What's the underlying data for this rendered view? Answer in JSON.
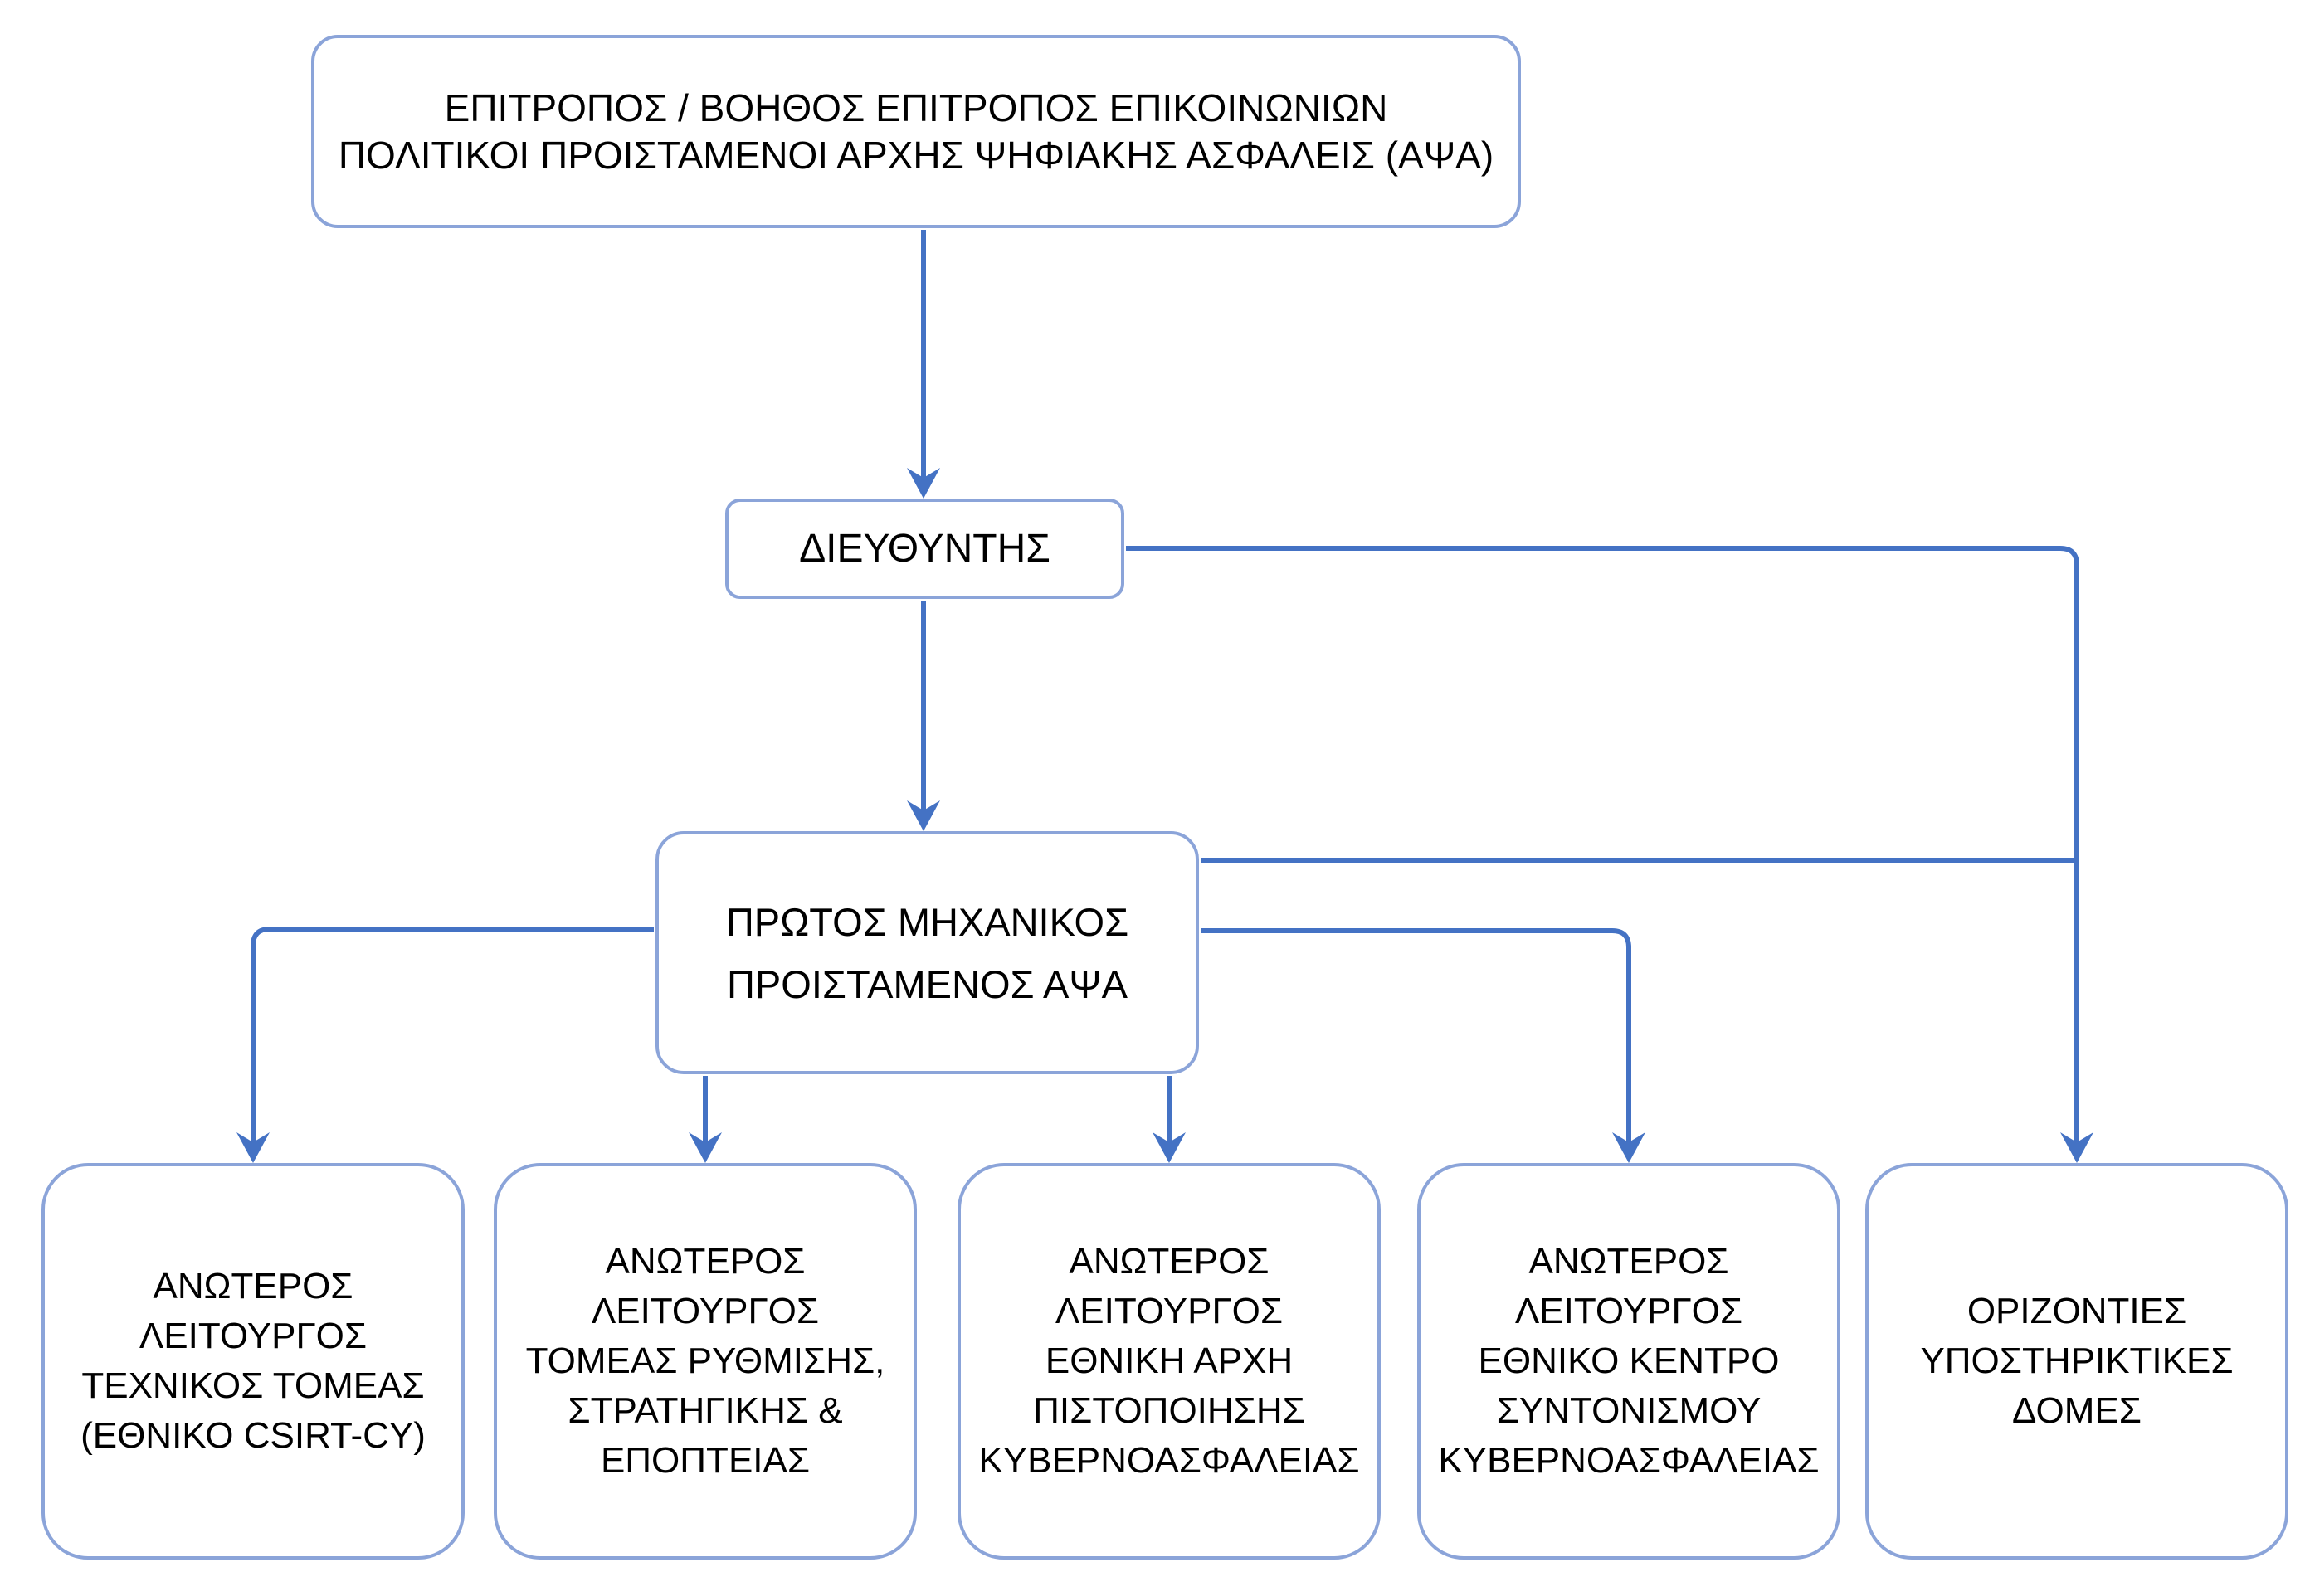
{
  "title": "Οργανόγραμμα Αρχής Ψηφιακής Ασφάλειας",
  "colors": {
    "box_border": "#8BA4D9",
    "connector": "#4472C4",
    "text": "#000000",
    "background": "#FFFFFF"
  },
  "nodes": {
    "commissioner": {
      "lines": [
        "ΕΠΙΤΡΟΠΟΣ / ΒΟΗΘΟΣ ΕΠΙΤΡΟΠΟΣ ΕΠΙΚΟΙΝΩΝΙΩΝ",
        "ΠΟΛΙΤΙΚΟΙ ΠΡΟΙΣΤΑΜΕΝΟΙ ΑΡΧΗΣ ΨΗΦΙΑΚΗΣ ΑΣΦΑΛΕΙΣ (ΑΨΑ)"
      ]
    },
    "director": {
      "label": "ΔΙΕΥΘΥΝΤΗΣ"
    },
    "chief_engineer": {
      "lines": [
        "ΠΡΩΤΟΣ ΜΗΧΑΝΙΚΟΣ",
        "ΠΡΟΙΣΤΑΜΕΝΟΣ ΑΨΑ"
      ]
    },
    "units": [
      {
        "lines": [
          "ΑΝΩΤΕΡΟΣ",
          "ΛΕΙΤΟΥΡΓΟΣ",
          "ΤΕΧΝΙΚΟΣ ΤΟΜΕΑΣ",
          "(ΕΘΝΙΚΟ CSIRT-CY)"
        ]
      },
      {
        "lines": [
          "ΑΝΩΤΕΡΟΣ",
          "ΛΕΙΤΟΥΡΓΟΣ",
          "ΤΟΜΕΑΣ ΡΥΘΜΙΣΗΣ,",
          "ΣΤΡΑΤΗΓΙΚΗΣ &",
          "ΕΠΟΠΤΕΙΑΣ"
        ]
      },
      {
        "lines": [
          "ΑΝΩΤΕΡΟΣ",
          "ΛΕΙΤΟΥΡΓΟΣ",
          "ΕΘΝΙΚΗ ΑΡΧΗ",
          "ΠΙΣΤΟΠΟΙΗΣΗΣ",
          "ΚΥΒΕΡΝΟΑΣΦΑΛΕΙΑΣ"
        ]
      },
      {
        "lines": [
          "ΑΝΩΤΕΡΟΣ",
          "ΛΕΙΤΟΥΡΓΟΣ",
          "ΕΘΝΙΚΟ ΚΕΝΤΡΟ",
          "ΣΥΝΤΟΝΙΣΜΟΥ",
          "ΚΥΒΕΡΝΟΑΣΦΑΛΕΙΑΣ"
        ]
      },
      {
        "lines": [
          "ΟΡΙΖΟΝΤΙΕΣ",
          "ΥΠΟΣΤΗΡΙΚΤΙΚΕΣ",
          "ΔΟΜΕΣ"
        ]
      }
    ]
  },
  "edges": [
    {
      "from": "commissioner",
      "to": "director"
    },
    {
      "from": "director",
      "to": "chief_engineer"
    },
    {
      "from": "director",
      "to": "unit-horizontal-support-structures"
    },
    {
      "from": "chief_engineer",
      "to": "unit-technical-sector-csirt-cy"
    },
    {
      "from": "chief_engineer",
      "to": "unit-regulation-strategy-supervision"
    },
    {
      "from": "chief_engineer",
      "to": "unit-national-certification-authority"
    },
    {
      "from": "chief_engineer",
      "to": "unit-national-coordination-center"
    }
  ]
}
